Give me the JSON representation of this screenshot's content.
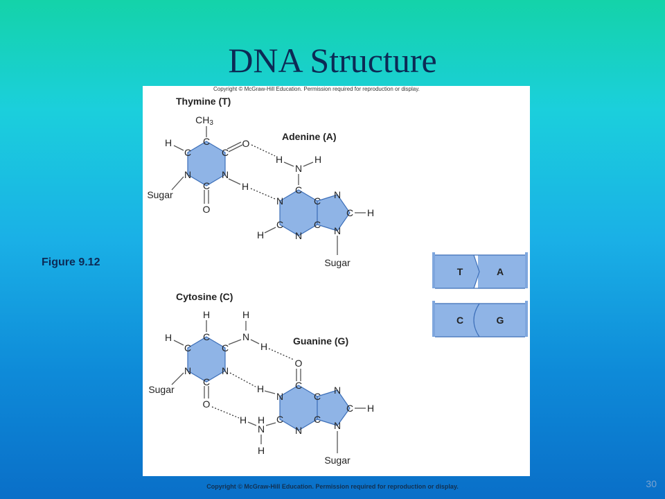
{
  "slide": {
    "title": "DNA Structure",
    "figure_label": "Figure 9.12",
    "footer_copyright": "Copyright © McGraw-Hill Education. Permission required for reproduction or display.",
    "page_number": "30"
  },
  "figure": {
    "copyright": "Copyright © McGraw-Hill Education. Permission required for reproduction or display.",
    "thymine_title": "Thymine (T)",
    "adenine_title": "Adenine (A)",
    "cytosine_title": "Cytosine (C)",
    "guanine_title": "Guanine (G)",
    "sugar": "Sugar",
    "ch3": "CH",
    "ch3_sub": "3"
  },
  "base_pair_icons": {
    "pair1_left": "T",
    "pair1_right": "A",
    "pair2_left": "C",
    "pair2_right": "G"
  },
  "colors": {
    "ring_fill": "#8fb4e6",
    "ring_stroke": "#3d6fb8",
    "icon_fill": "#7ea6dd"
  }
}
